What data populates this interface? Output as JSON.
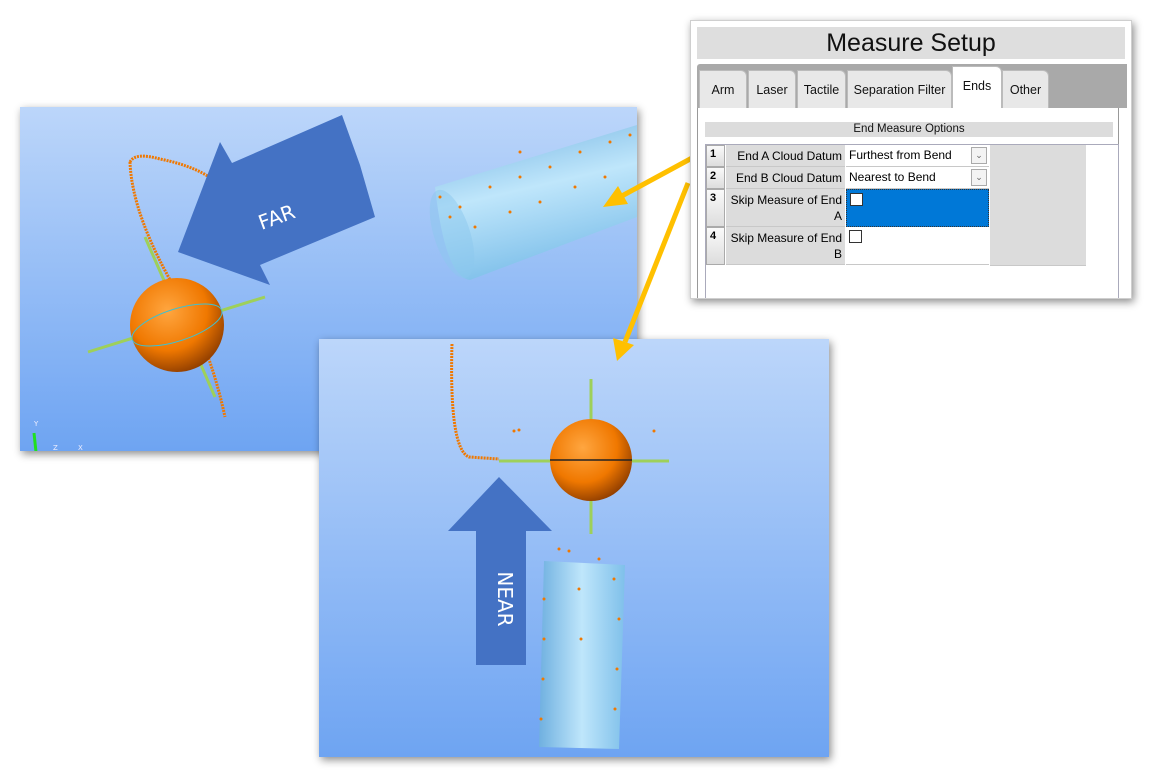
{
  "viewport_far": {
    "arrow_label": "FAR",
    "axes": {
      "y": "Y",
      "z": "Z",
      "x": "X"
    }
  },
  "viewport_near": {
    "arrow_label": "NEAR"
  },
  "dialog": {
    "title": "Measure Setup",
    "tabs": [
      {
        "label": "Arm"
      },
      {
        "label": "Laser"
      },
      {
        "label": "Tactile"
      },
      {
        "label": "Separation Filter"
      },
      {
        "label": "Ends",
        "active": true
      },
      {
        "label": "Other"
      }
    ],
    "section_title": "End Measure Options",
    "rows": [
      {
        "num": "1",
        "label": "End A Cloud Datum",
        "value": "Furthest from Bend",
        "type": "dropdown"
      },
      {
        "num": "2",
        "label": "End B Cloud Datum",
        "value": "Nearest to Bend",
        "type": "dropdown"
      },
      {
        "num": "3",
        "label": "Skip Measure of End A",
        "checked": false,
        "type": "checkbox",
        "selected": true
      },
      {
        "num": "4",
        "label": "Skip Measure of End B",
        "checked": false,
        "type": "checkbox"
      }
    ]
  },
  "colors": {
    "viewport_top": "#bcd6fa",
    "viewport_bottom": "#6ea4f2",
    "arrow": "#4472c4",
    "callout": "#ffc000",
    "sphere": "#f07800",
    "points": "#f07800",
    "cylinder": "#8ccaf0",
    "selection": "#0078d7"
  }
}
